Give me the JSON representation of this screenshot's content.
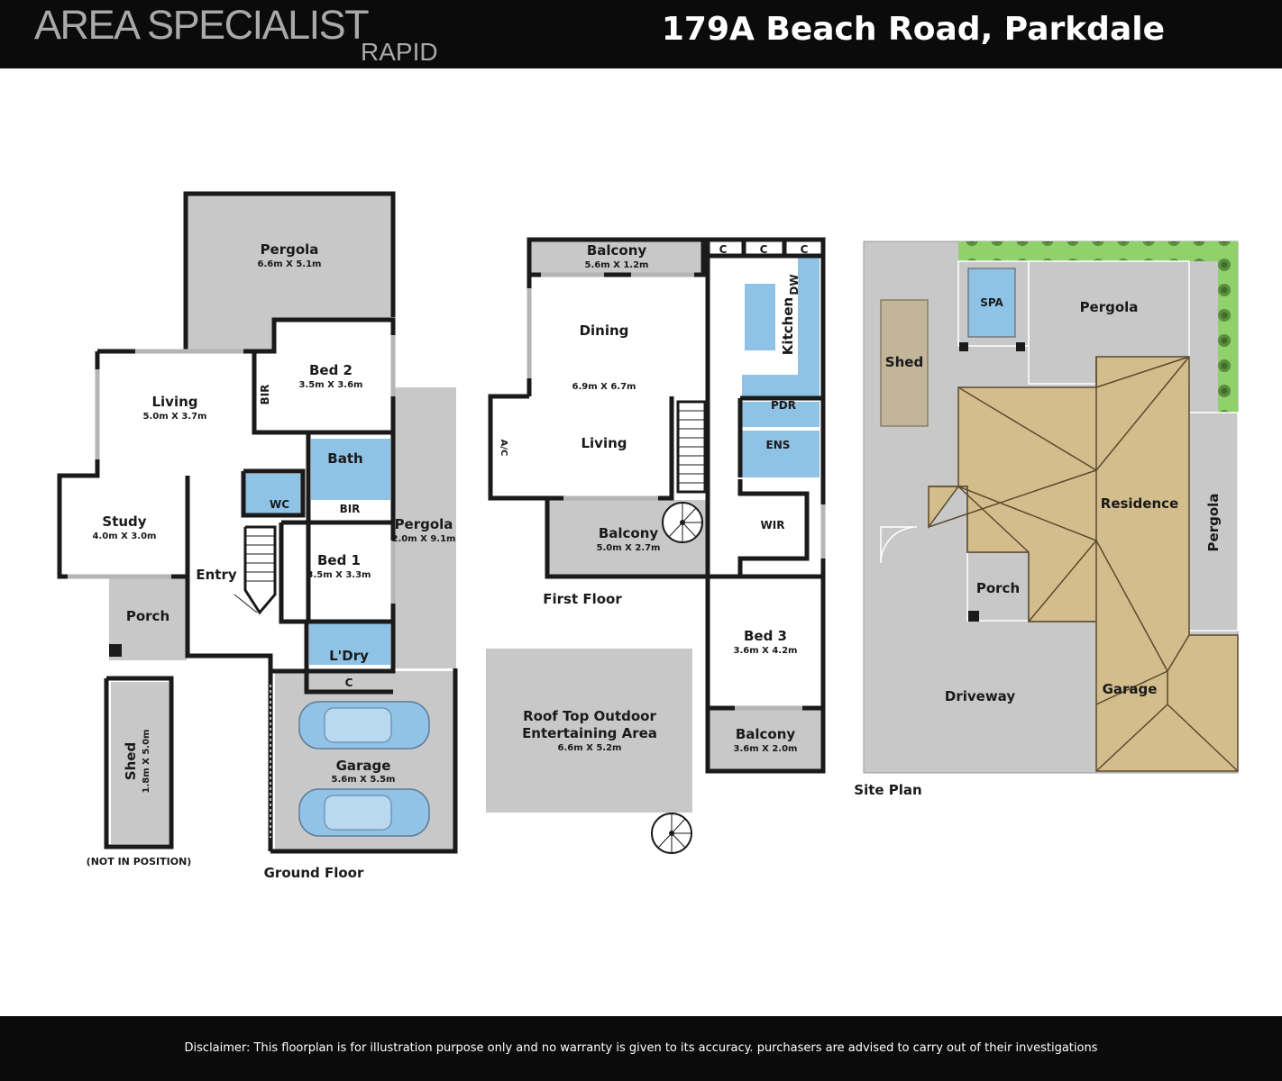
{
  "header": {
    "brand": "AREA SPECIALIST",
    "brand_sub": "RAPID",
    "address": "179A Beach Road, Parkdale"
  },
  "footer": {
    "disclaimer": "Disclaimer: This floorplan is for illustration purpose only and no warranty is given to its accuracy. purchasers are advised to carry out of their investigations"
  },
  "ground_floor": {
    "title": "Ground Floor",
    "pergola_rear": {
      "name": "Pergola",
      "dims": "6.6m X 5.1m"
    },
    "bed2": {
      "name": "Bed 2",
      "dims": "3.5m X 3.6m"
    },
    "bir_top": "BIR",
    "living": {
      "name": "Living",
      "dims": "5.0m X 3.7m"
    },
    "bath": "Bath",
    "wc": "WC",
    "bir_mid": "BIR",
    "study": {
      "name": "Study",
      "dims": "4.0m X 3.0m"
    },
    "entry": "Entry",
    "bed1": {
      "name": "Bed 1",
      "dims": "3.5m X 3.3m"
    },
    "pergola_side": {
      "name": "Pergola",
      "dims": "2.0m X 9.1m"
    },
    "porch": "Porch",
    "laundry": "L'Dry",
    "cupboard": "C",
    "garage": {
      "name": "Garage",
      "dims": "5.6m X 5.5m"
    },
    "shed": {
      "name": "Shed",
      "dims": "1.8m X 5.0m"
    },
    "shed_note": "(NOT IN POSITION)"
  },
  "first_floor": {
    "title": "First Floor",
    "balcony_top": {
      "name": "Balcony",
      "dims": "5.6m X 1.2m"
    },
    "cupboards": [
      "C",
      "C",
      "C"
    ],
    "dining": "Dining",
    "dining_living_dims": "6.9m X 6.7m",
    "living": "Living",
    "ac": "A/C",
    "kitchen": "Kitchen",
    "dw": "DW",
    "pdr": "PDR",
    "ens": "ENS",
    "balcony_mid": {
      "name": "Balcony",
      "dims": "5.0m X 2.7m"
    },
    "wir": "WIR",
    "bed3": {
      "name": "Bed 3",
      "dims": "3.6m X 4.2m"
    },
    "balcony_bottom": {
      "name": "Balcony",
      "dims": "3.6m X 2.0m"
    },
    "rooftop": {
      "line1": "Roof Top Outdoor",
      "line2": "Entertaining Area",
      "dims": "6.6m X 5.2m"
    }
  },
  "site_plan": {
    "title": "Site Plan",
    "spa": "SPA",
    "pergola_top": "Pergola",
    "shed": "Shed",
    "residence": "Residence",
    "pergola_side": "Pergola",
    "porch": "Porch",
    "driveway": "Driveway",
    "garage": "Garage"
  },
  "colors": {
    "wall": "#1a1a1a",
    "outdoor_grey": "#c8c8c8",
    "wet_area_blue": "#8ec3e6",
    "roof_tan": "#d3bd8d",
    "shed_brown": "#c2b59a",
    "hedge_green": "#8fd16b"
  }
}
